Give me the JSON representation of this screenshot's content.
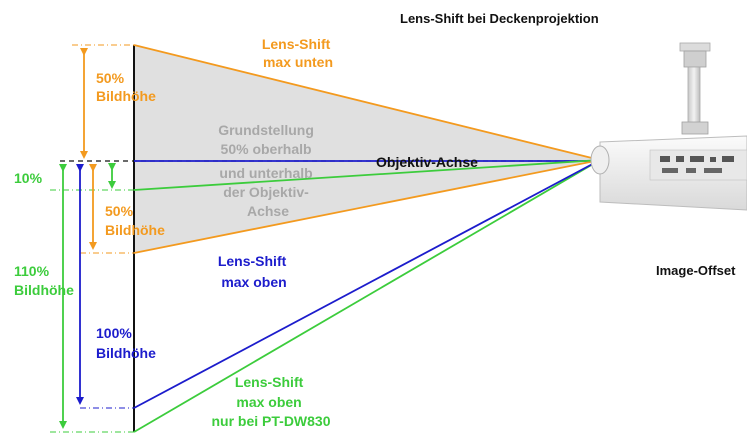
{
  "title": "Lens-Shift bei Deckenprojektion",
  "offset_label": "Image-Offset",
  "axis_label": "Objektiv-Achse",
  "colors": {
    "orange": "#f39a1f",
    "blue": "#1c1ccc",
    "green": "#3ccc3c",
    "gray_text": "#a8a8a8",
    "screen_fill": "#e0e0e0"
  },
  "labels": {
    "orange_top": {
      "line1": "Lens-Shift",
      "line2": "max unten"
    },
    "orange_pct_top": {
      "line1": "50%",
      "line2": "Bildhöhe"
    },
    "orange_pct_bottom": {
      "line1": "50%",
      "line2": "Bildhöhe"
    },
    "center": {
      "line1": "Grundstellung",
      "line2": "50% oberhalb",
      "line3": "und unterhalb",
      "line4": "der Objektiv-",
      "line5": "Achse"
    },
    "green_small": "10%",
    "green_pct": {
      "line1": "110%",
      "line2": "Bildhöhe"
    },
    "blue_pct": {
      "line1": "100%",
      "line2": "Bildhöhe"
    },
    "blue_shift": {
      "line1": "Lens-Shift",
      "line2": "max oben"
    },
    "green_shift": {
      "line1": "Lens-Shift",
      "line2": "max oben",
      "line3": "nur bei PT-DW830"
    }
  }
}
